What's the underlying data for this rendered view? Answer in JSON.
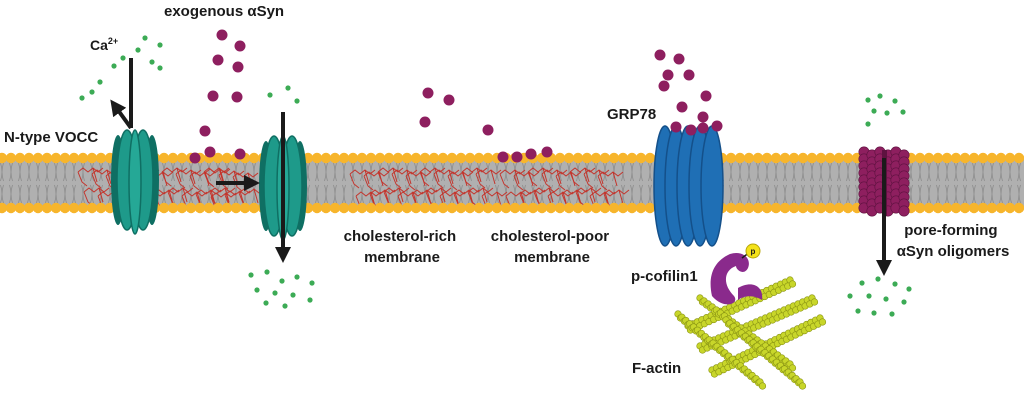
{
  "labels": {
    "exogenous": "exogenous αSyn",
    "calcium": "Ca",
    "calcium_charge": "2+",
    "n_type_vocc": "N-type VOCC",
    "grp78": "GRP78",
    "cholesterol_rich_1": "cholesterol-rich",
    "cholesterol_rich_2": "membrane",
    "cholesterol_poor_1": "cholesterol-poor",
    "cholesterol_poor_2": "membrane",
    "p_cofilin": "p-cofilin1",
    "phospho": "p",
    "f_actin": "F-actin",
    "pore_1": "pore-forming",
    "pore_2": "αSyn oligomers"
  },
  "colors": {
    "membrane_head": "#f7b52c",
    "membrane_tail": "#9a9a9a",
    "cholesterol": "#c4342c",
    "channel": "#1e9a8a",
    "channel_dark": "#0f6f63",
    "grp78": "#1f6fb5",
    "grp78_dark": "#14508a",
    "asyn": "#8e1f5f",
    "calcium": "#3cab55",
    "cofilin": "#8a2a8c",
    "phospho": "#f4e21a",
    "actin": "#c8d62a",
    "arrow": "#1a1a1a"
  }
}
